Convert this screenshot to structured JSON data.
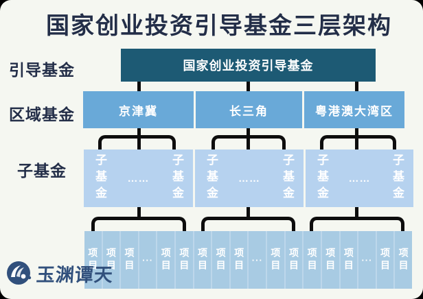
{
  "title": "国家创业投资引导基金三层架构",
  "row_labels": {
    "guidance": "引导基金",
    "regional": "区域基金",
    "subfund": "子基金"
  },
  "guidance_fund": {
    "label": "国家创业投资引导基金"
  },
  "regional_funds": [
    {
      "label": "京津冀"
    },
    {
      "label": "长三角"
    },
    {
      "label": "粤港澳大湾区"
    }
  ],
  "subfunds": [
    {
      "left": "子基金",
      "dots": "……",
      "right": "子基金"
    },
    {
      "left": "子基金",
      "dots": "……",
      "right": "子基金"
    },
    {
      "left": "子基金",
      "dots": "……",
      "right": "子基金"
    }
  ],
  "project_row": {
    "cells": [
      "项目",
      "项目",
      "项目",
      "···",
      "项目",
      "项目",
      "项目",
      "项目",
      "项目",
      "···",
      "项目",
      "项目",
      "项目",
      "项目",
      "项目",
      "···",
      "项目",
      "项目"
    ]
  },
  "watermark": {
    "brand": "玉渊谭天"
  },
  "colors": {
    "background": "#f5f7f1",
    "title_text": "#232e48",
    "guidance_box": "#1d5a74",
    "regional_box": "#69a9d8",
    "subfund_box": "#b6d2ef",
    "project_box": "#a8cbe3",
    "connector": "#0d0d0d",
    "box_text": "#ffffff",
    "logo": "#31507c"
  }
}
